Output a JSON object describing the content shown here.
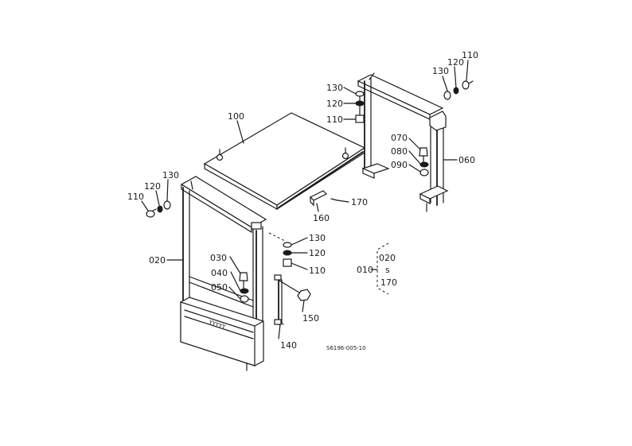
{
  "labels": {
    "n100": "100",
    "n110_left": "110",
    "n120_left": "120",
    "n130_left": "130",
    "n020": "020",
    "n030": "030",
    "n040": "040",
    "n050": "050",
    "n130_mid": "130",
    "n120_mid": "120",
    "n110_mid": "110",
    "n140": "140",
    "n150": "150",
    "n160": "160",
    "n170": "170",
    "n130_top": "130",
    "n120_top": "120",
    "n110_top": "110",
    "n130_right": "130",
    "n120_right": "120",
    "n110_right": "110",
    "n070": "070",
    "n080": "080",
    "n090": "090",
    "n060": "060",
    "group_010": "010",
    "group_020": "020",
    "group_tilde": "s",
    "group_170": "170",
    "drawing_number": "S6196-005-10"
  }
}
